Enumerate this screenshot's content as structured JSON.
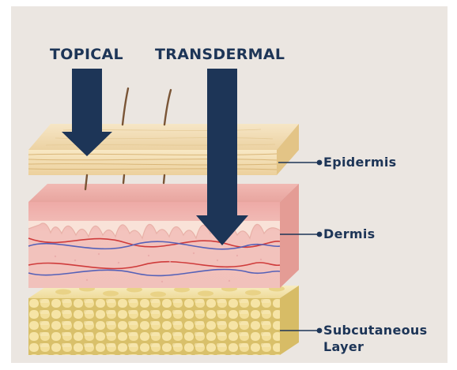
{
  "arrows": {
    "topical": "TOPICAL",
    "transdermal": "TRANSDERMAL"
  },
  "layers": {
    "epidermis": "Epidermis",
    "dermis": "Dermis",
    "subcutaneous_line1": "Subcutaneous",
    "subcutaneous_line2": "Layer"
  },
  "colors": {
    "arrow": "#1d3557",
    "epidermis": "#f2dcb0",
    "dermis": "#f0bcb6",
    "subcutaneous": "#f2df9a",
    "background": "#ebe6e1"
  }
}
